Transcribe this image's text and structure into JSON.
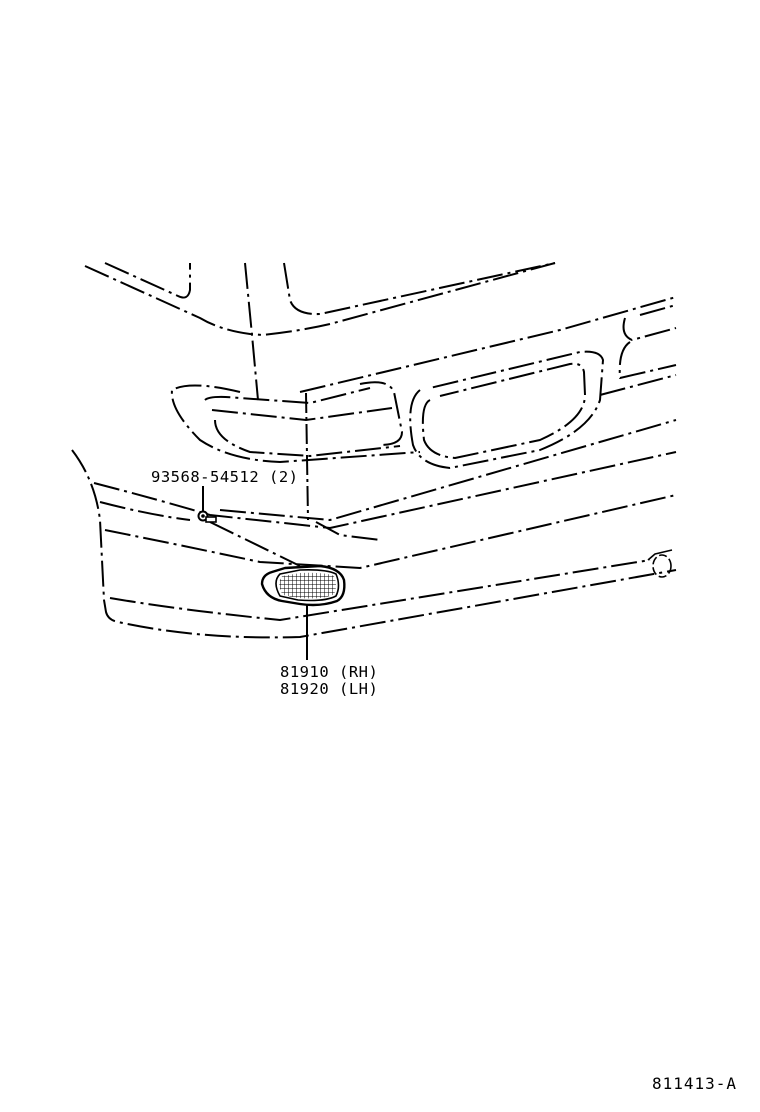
{
  "diagram": {
    "type": "exploded parts illustration",
    "subject": "front bumper side marker lamp",
    "style": "monochrome dash-dot line drawing",
    "colors": {
      "line": "#000000",
      "background": "#ffffff"
    }
  },
  "callouts": [
    {
      "id": "bolt",
      "part_number": "93568-54512",
      "quantity": "(2)",
      "text": "93568-54512 (2)"
    },
    {
      "id": "lamp_rh",
      "part_number": "81910",
      "side": "(RH)",
      "text": "81910 (RH)"
    },
    {
      "id": "lamp_lh",
      "part_number": "81920",
      "side": "(LH)",
      "text": "81920 (LH)"
    }
  ],
  "reference_code": "811413-A"
}
